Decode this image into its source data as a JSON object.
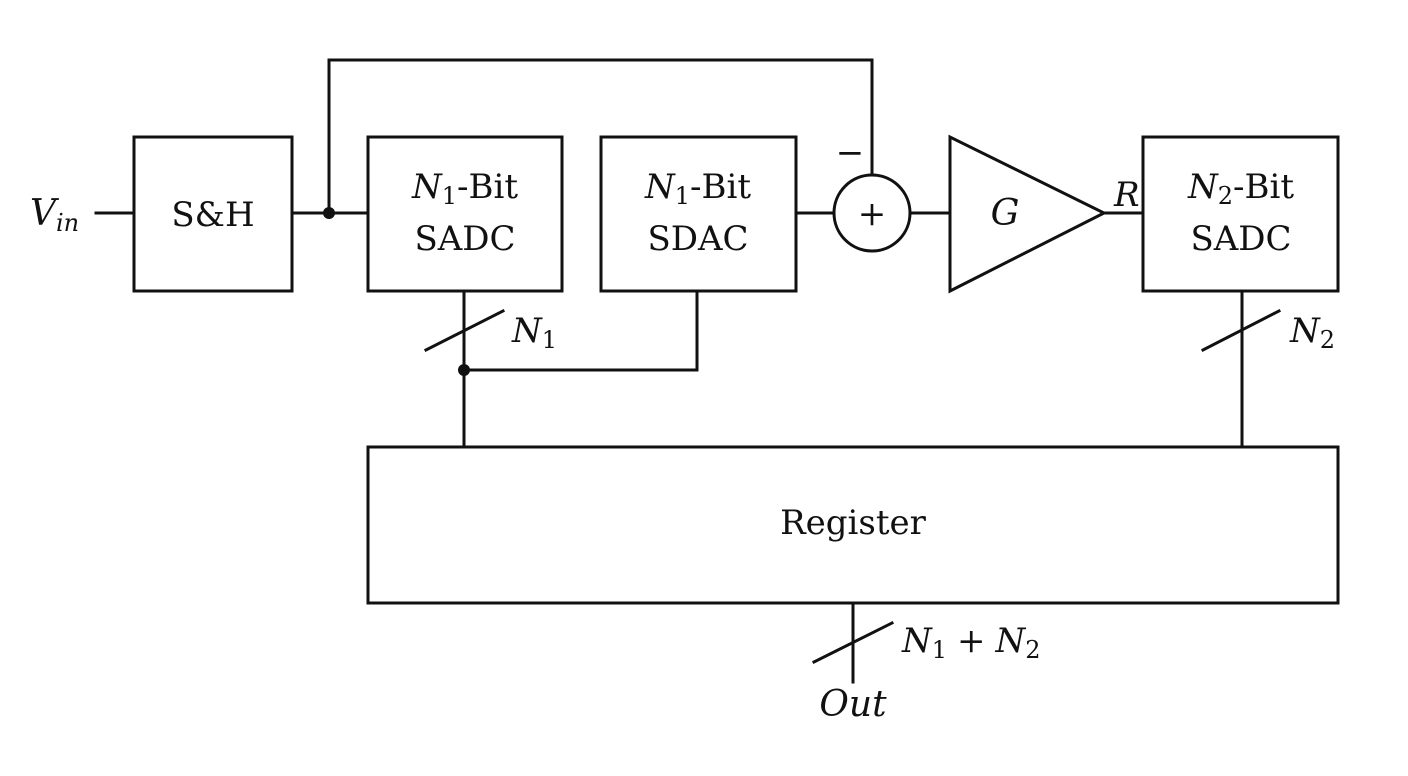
{
  "input": {
    "symbol": "V",
    "sub": "in"
  },
  "sh": {
    "label": "S&H"
  },
  "sadc1": {
    "sym": "N",
    "sub": "1",
    "suffix": "-Bit",
    "line2": "SADC"
  },
  "sdac1": {
    "sym": "N",
    "sub": "1",
    "suffix": "-Bit",
    "line2": "SDAC"
  },
  "summer": {
    "plus": "+",
    "minus": "−"
  },
  "amp": {
    "label": "G"
  },
  "residue": {
    "label": "R"
  },
  "sadc2": {
    "sym": "N",
    "sub": "2",
    "suffix": "-Bit",
    "line2": "SADC"
  },
  "register": {
    "label": "Register"
  },
  "bus1": {
    "sym": "N",
    "sub": "1"
  },
  "bus2": {
    "sym": "N",
    "sub": "2"
  },
  "bus_out": {
    "sym_a": "N",
    "sub_a": "1",
    "op": "+",
    "sym_b": "N",
    "sub_b": "2"
  },
  "output": {
    "label": "Out"
  }
}
